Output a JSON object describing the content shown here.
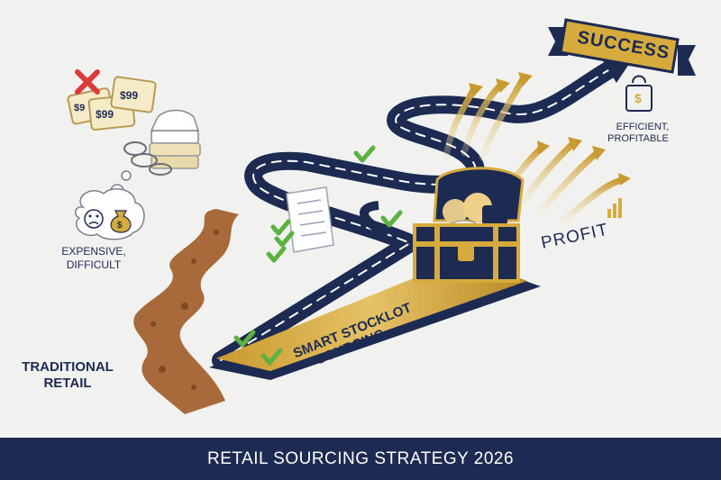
{
  "labels": {
    "success": "SUCCESS",
    "efficient_line1": "EFFICIENT,",
    "efficient_line2": "PROFITABLE",
    "expensive_line1": "EXPENSIVE,",
    "expensive_line2": "DIFFICULT",
    "traditional_line1": "TRADITIONAL",
    "traditional_line2": "RETAIL",
    "smart_line1": "SMART STOCKLOT",
    "smart_line2": "SOURCING",
    "profit": "PROFIT",
    "price_tag_1": "$99",
    "price_tag_2": "$99",
    "price_tag_3": "$9"
  },
  "footer": {
    "title": "RETAIL SOURCING STRATEGY 2026"
  },
  "icons": {
    "checkmark": "check-icon",
    "treasure": "treasure-chest-icon",
    "money_bag": "money-bag-icon",
    "sad_face": "sad-face-icon",
    "clipboard": "checklist-icon",
    "clothes": "folded-clothes-icon"
  },
  "colors": {
    "navy": "#1d2b53",
    "gold": "#d6aa3c",
    "dirt": "#a86a3b",
    "check_green": "#5bb241",
    "background": "#f1f1ef"
  }
}
